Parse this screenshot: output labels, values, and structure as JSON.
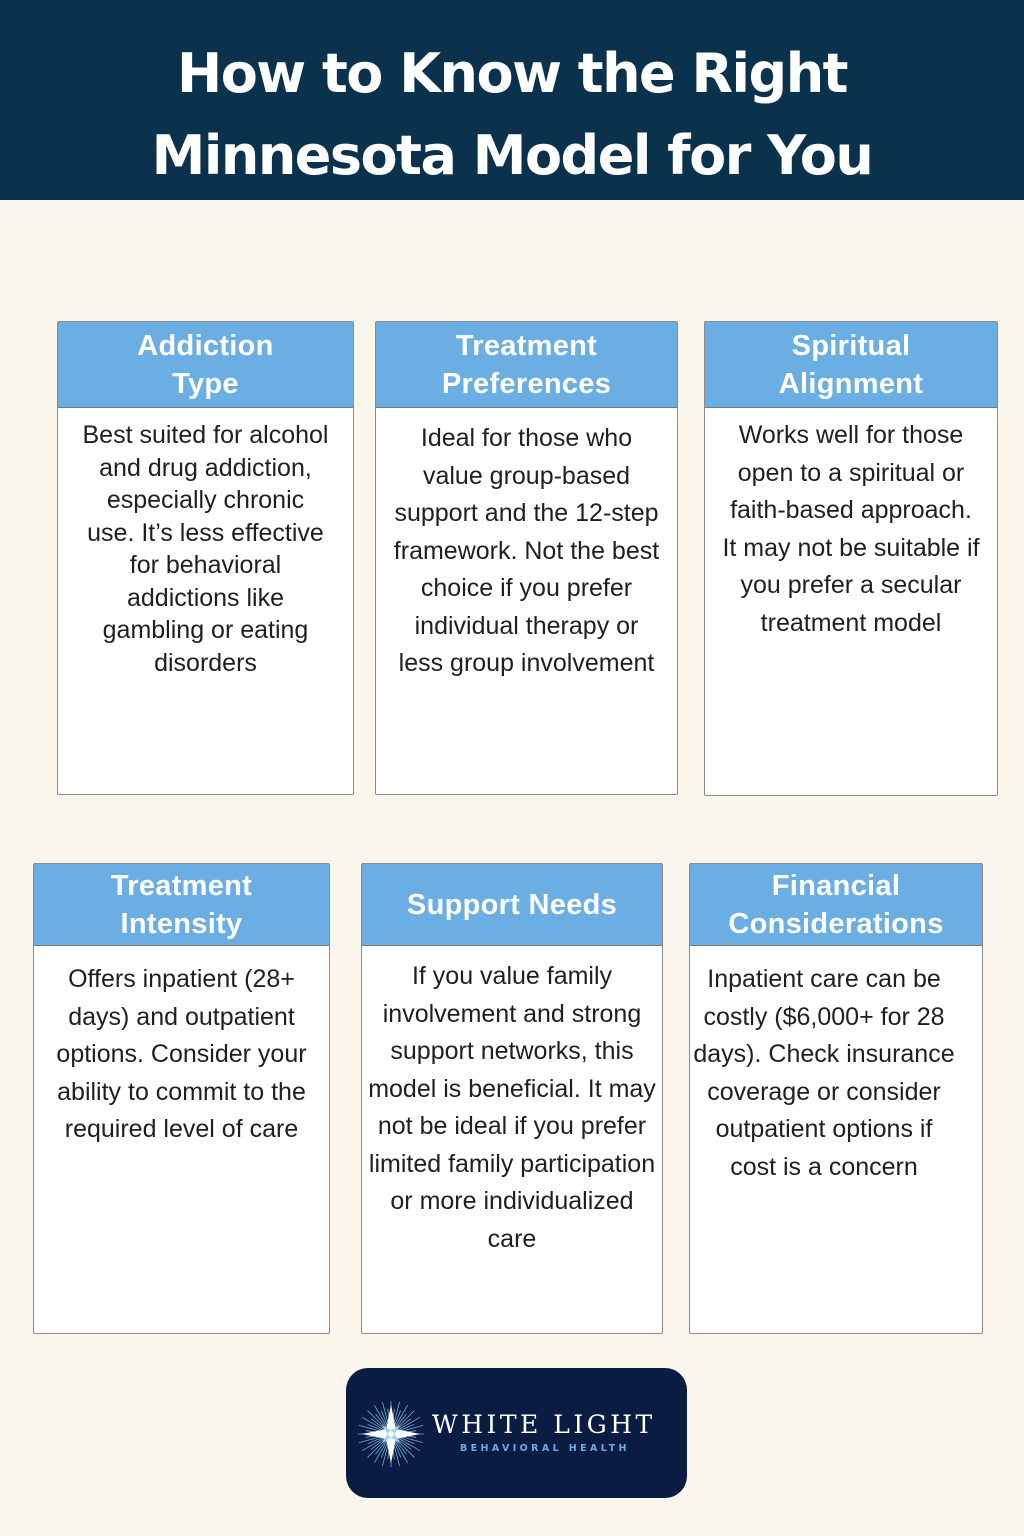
{
  "header": {
    "title_line_1": "How to Know the Right",
    "title_line_2": "Minnesota Model for You"
  },
  "cards": [
    {
      "title": "Addiction Type",
      "body": "Best suited for alcohol and drug addiction, especially chronic use. It’s less effective for behavioral addictions like gambling or eating disorders"
    },
    {
      "title": "Treatment Preferences",
      "body": "Ideal for those who value group-based support and the 12-step framework. Not the best choice if you prefer individual therapy or less group involvement"
    },
    {
      "title": "Spiritual Alignment",
      "body": "Works well for those open to a spiritual or faith-based approach. It may not be suitable if you prefer a secular treatment model"
    },
    {
      "title": "Treatment Intensity",
      "body": "Offers inpatient (28+ days) and outpatient options. Consider your ability to commit to the required level of care"
    },
    {
      "title": "Support Needs",
      "body": "If you value family involvement and strong support networks, this model is beneficial. It may not be ideal if you prefer limited family participation or more individualized care"
    },
    {
      "title": "Financial Considerations",
      "body": "Inpatient care can be costly ($6,000+ for 28 days). Check insurance coverage or consider outpatient options if cost is a concern"
    }
  ],
  "logo": {
    "name": "WHITE LIGHT",
    "subtitle": "BEHAVIORAL HEALTH",
    "icon": "starburst-icon"
  },
  "colors": {
    "header_bg": "#0b324d",
    "page_bg": "#faf6ec",
    "card_header_bg": "#6aaee3",
    "logo_bg": "#0b1c43"
  }
}
